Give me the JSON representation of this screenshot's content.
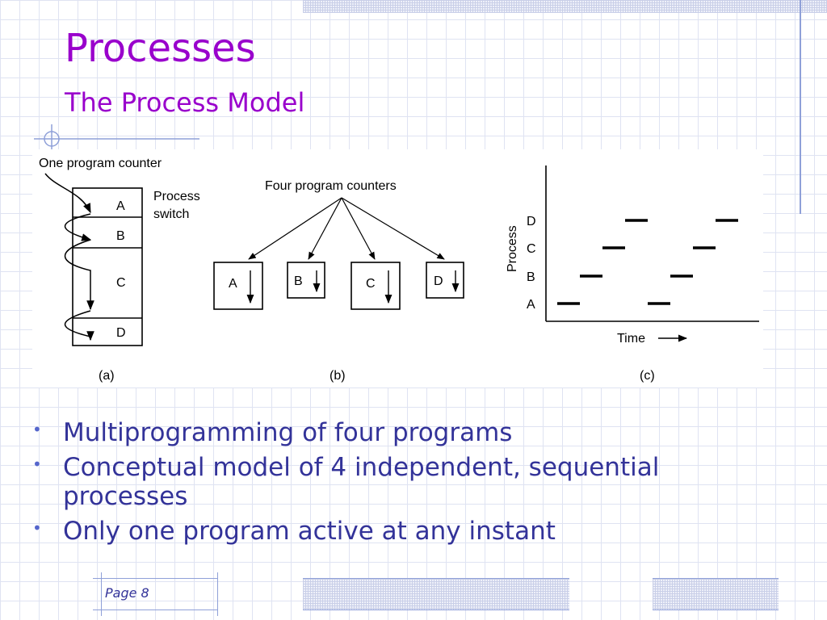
{
  "slide": {
    "title": "Processes",
    "subtitle": "The Process Model",
    "page_label": "Page 8"
  },
  "figure": {
    "panel_a": {
      "counter_label": "One program counter",
      "switch_label_line1": "Process",
      "switch_label_line2": "switch",
      "blocks": [
        "A",
        "B",
        "C",
        "D"
      ],
      "caption": "(a)"
    },
    "panel_b": {
      "counter_label": "Four program counters",
      "boxes": [
        "A",
        "B",
        "C",
        "D"
      ],
      "caption": "(b)"
    },
    "panel_c": {
      "y_label": "Process",
      "x_label": "Time",
      "processes": [
        "A",
        "B",
        "C",
        "D"
      ],
      "caption": "(c)"
    }
  },
  "chart_data": {
    "type": "timeline",
    "xlabel": "Time",
    "ylabel": "Process",
    "categories": [
      "A",
      "B",
      "C",
      "D"
    ],
    "segments": [
      {
        "process": "A",
        "start": 0,
        "end": 1
      },
      {
        "process": "B",
        "start": 1,
        "end": 2
      },
      {
        "process": "C",
        "start": 2,
        "end": 3
      },
      {
        "process": "D",
        "start": 3,
        "end": 4
      },
      {
        "process": "A",
        "start": 4,
        "end": 5
      },
      {
        "process": "B",
        "start": 5,
        "end": 6
      },
      {
        "process": "C",
        "start": 6,
        "end": 7
      },
      {
        "process": "D",
        "start": 7,
        "end": 8
      }
    ]
  },
  "bullets": [
    "Multiprogramming of four programs",
    "Conceptual model of 4 independent, sequential processes",
    "Only one program active at any instant"
  ],
  "colors": {
    "title": "#9900cc",
    "body_text": "#333399",
    "accent": "#8fa0d8"
  }
}
